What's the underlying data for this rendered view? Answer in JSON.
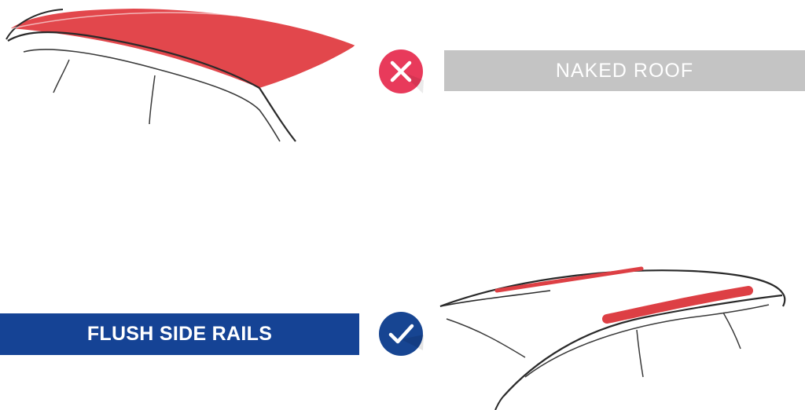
{
  "colors": {
    "roof_red": "#e2474c",
    "rail_red": "#dd3f44",
    "bad_circle": "#e83a5b",
    "good_circle": "#174592",
    "naked_bar_bg": "#c4c4c4",
    "flush_bar_bg": "#154395",
    "outline": "#2a2a2a"
  },
  "naked_roof": {
    "label": "NAKED ROOF",
    "status_icon": "cross-mark-icon",
    "status": "not-compatible"
  },
  "flush_side_rails": {
    "label": "FLUSH SIDE RAILS",
    "status_icon": "check-mark-icon",
    "status": "compatible"
  }
}
